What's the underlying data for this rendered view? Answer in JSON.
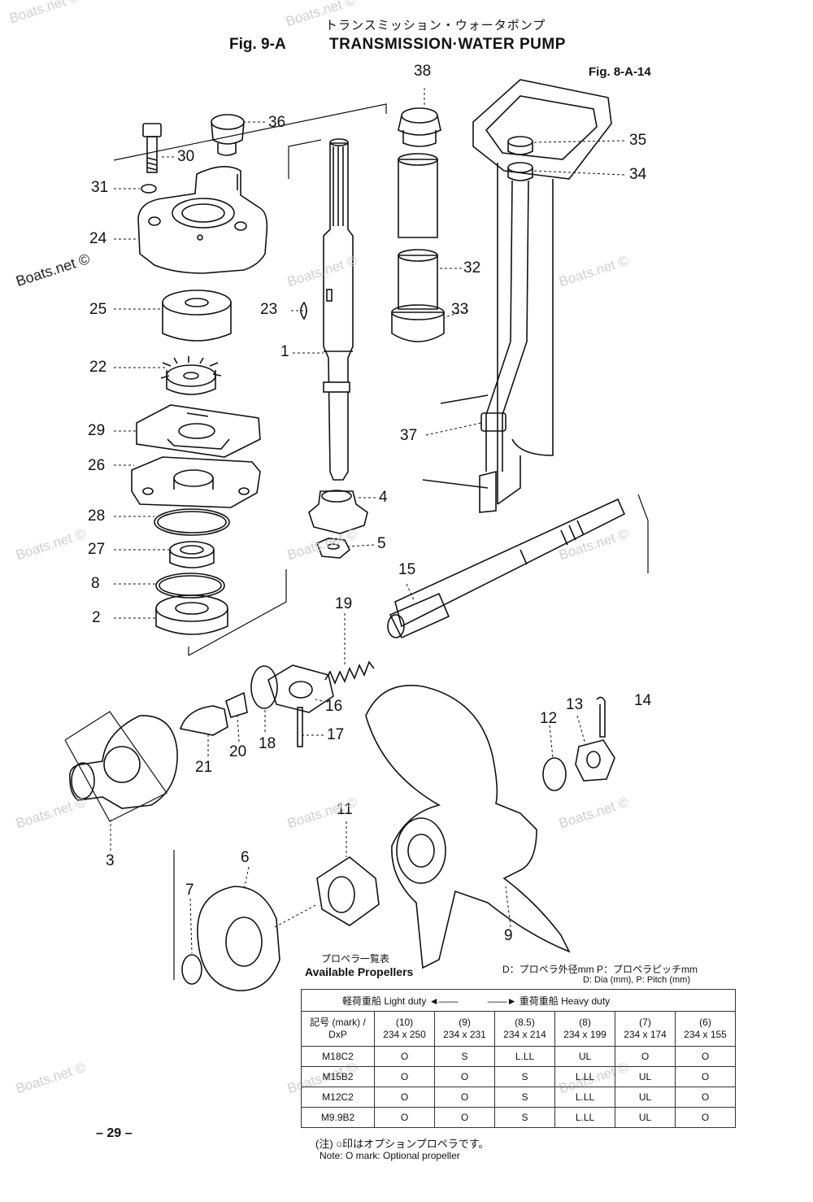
{
  "header": {
    "jp_title": "トランスミッション・ウォータポンプ",
    "fig_number": "Fig. 9-A",
    "title": "TRANSMISSION·WATER PUMP",
    "fig_ref": "Fig. 8-A-14"
  },
  "watermark": {
    "text": "Boats.net ©"
  },
  "callouts": [
    "38",
    "36",
    "35",
    "30",
    "34",
    "31",
    "24",
    "32",
    "33",
    "23",
    "1",
    "25",
    "22",
    "29",
    "37",
    "26",
    "4",
    "28",
    "5",
    "27",
    "15",
    "8",
    "19",
    "2",
    "16",
    "14",
    "13",
    "18",
    "17",
    "12",
    "21",
    "20",
    "11",
    "3",
    "6",
    "7",
    "9"
  ],
  "page_number": "– 29 –",
  "propeller_table": {
    "jp_title": "プロペラ一覧表",
    "title": "Available Propellers",
    "legend_jp": "D：プロペラ外径mm P：プロペラピッチmm",
    "legend_en": "D: Dia (mm), P: Pitch (mm)",
    "duty_label": "軽荷重船 Light duty ◄——　　　——► 重荷重船 Heavy duty",
    "corner_label": "記号 (mark) / DxP",
    "columns": [
      {
        "code": "(10)",
        "size": "234 x 250"
      },
      {
        "code": "(9)",
        "size": "234 x 231"
      },
      {
        "code": "(8.5)",
        "size": "234 x 214"
      },
      {
        "code": "(8)",
        "size": "234 x 199"
      },
      {
        "code": "(7)",
        "size": "234 x 174"
      },
      {
        "code": "(6)",
        "size": "234 x 155"
      }
    ],
    "rows": [
      {
        "mark": "M18C2",
        "cells": [
          "O",
          "S",
          "L.LL",
          "UL",
          "O",
          "O"
        ]
      },
      {
        "mark": "M15B2",
        "cells": [
          "O",
          "O",
          "S",
          "L.LL",
          "UL",
          "O"
        ]
      },
      {
        "mark": "M12C2",
        "cells": [
          "O",
          "O",
          "S",
          "L.LL",
          "UL",
          "O"
        ]
      },
      {
        "mark": "M9.9B2",
        "cells": [
          "O",
          "O",
          "S",
          "L.LL",
          "UL",
          "O"
        ]
      }
    ],
    "note_jp": "(注) ○印はオプションプロペラです。",
    "note_en": "Note: O mark: Optional propeller"
  }
}
